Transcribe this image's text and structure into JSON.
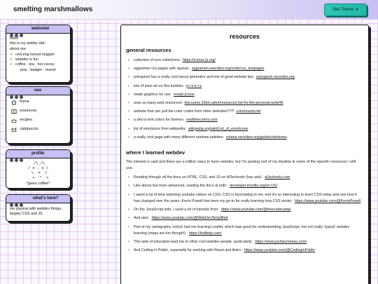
{
  "header": {
    "site_title": "smelting marshmallows",
    "theme_button": "Site Theme"
  },
  "welcome": {
    "title": "welcome",
    "lines": [
      "hello!",
      "this is my webby site!",
      "about me:"
    ],
    "items": [
      "civil eng turned mapper",
      "webdev is fun",
      "coffee · tea · hot cocoa"
    ],
    "tags": "jess · badger · marsh"
  },
  "nav": {
    "title": "nav",
    "items": [
      {
        "label": "home",
        "icon": "home-icon"
      },
      {
        "label": "resources",
        "icon": "book-icon"
      },
      {
        "label": "recipes",
        "icon": "pot-icon"
      },
      {
        "label": "catppuccin",
        "icon": "cat-icon"
      }
    ]
  },
  "profile": {
    "title": "profile",
    "ascii": " /\\_/\\\n/ o . o \\\n \\  =  /\n  >  ^  <",
    "caption": "*gives coffee*"
  },
  "whats_here": {
    "title": "what's here?",
    "text": "me playing with webdev things, largely CSS and JS"
  },
  "main": {
    "title": "resources",
    "general_heading": "general resources",
    "general": [
      {
        "text": "collection of icon collections:",
        "link": "https://icones.js.org/"
      },
      {
        "text": "eggramen css pages with layouts:",
        "link": "eggramen.neocities.org/code/css_testpages"
      },
      {
        "text": "petrapixel has a really cool layout generator and lots of good website tips:",
        "link": "petrapixel.neocities.org"
      },
      {
        "text": "lots of pixel art on this tumbler:",
        "link": "p-i-x-e-l-s"
      },
      {
        "text": "neato graphics for use:",
        "link": "ooops.jc/you"
      },
      {
        "text": "wow so many web resources!",
        "link": "discourse.32bit.cafe/t/resources-list-for-the-personal-web/49"
      },
      {
        "text": "website that can pull the color codes from other websites!?!?!",
        "link": "colorhound.net"
      },
      {
        "text": "a site to test colors for themes:",
        "link": "realtimecolors.com"
      },
      {
        "text": "list of emoticons from wikipedia:",
        "link": "wikipedia.org/wiki/List_of_emoticons"
      },
      {
        "text": "a really cool page with many different rainbow palettes:",
        "link": "solaria.neocities.org/guides/rainbows"
      }
    ],
    "learned_heading": "where I learned webdev",
    "learned_intro": "The internet is vast and there are a million ways to learn webdev, but I'm posting sort of my timeline & some of the specific resources I still use.",
    "learned": [
      {
        "text": "Reading through all the docs on HTML, CSS, and JS on W3schools (has ads):",
        "link": "w3schools.com"
      },
      {
        "text": "Like above but more advanced, reading the docs at mdn:",
        "link": "developer.mozilla.org/en-US/"
      },
      {
        "text": "I spent a lot of time watching youtube videos on CSS. CSS is fascinating to me, and it's so interesting to learn CSS today and see how it has changed over the years. Kevin Powell has been my go-to for really learning how CSS works:",
        "link": "https://www.youtube.com/@KevinPowell"
      },
      {
        "text": "On the JavaScript side, I used a lot of tutorials from:",
        "link": "https://www.youtube.com/@freecodecamp"
      },
      {
        "text": "And also:",
        "link": "https://www.youtube.com/@WebDevSimplified"
      },
      {
        "text": "Part of my cartography school had me learning Leaflet, which was good for understanding JavaScript, but not really 'typical' webdev learning (maps are fun though!):",
        "link": "https://leafletjs.com/"
      },
      {
        "text": "This web of educators lead me to other cool webdev people, particularly:",
        "link": "https://www.joshwcomeau.com/"
      },
      {
        "text": "And Coding in Public, especially for working with React and Astro:",
        "link": "https://www.youtube.com/@CodingInPublic"
      }
    ]
  }
}
